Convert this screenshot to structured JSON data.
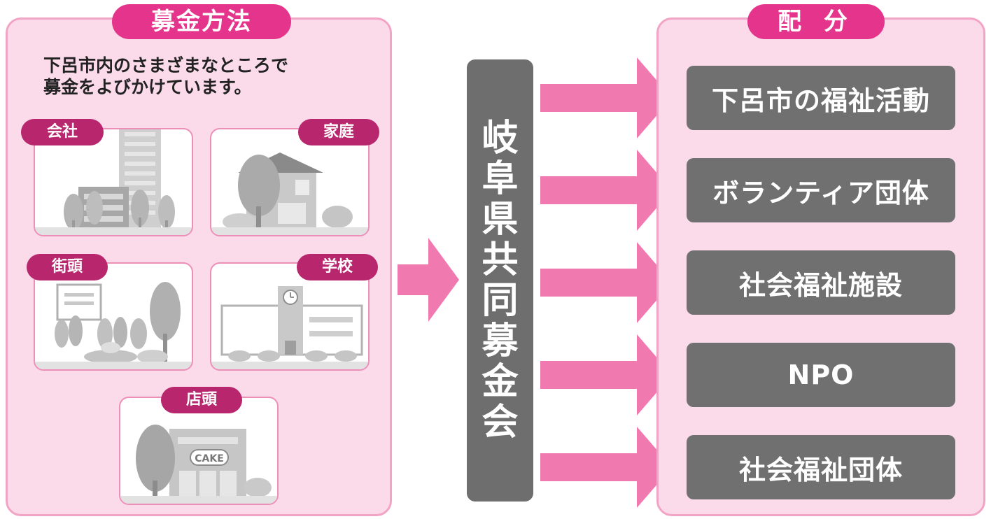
{
  "left_panel": {
    "title": "募金方法",
    "intro_line1": "下呂市内のさまざまなところで",
    "intro_line2": "募金をよびかけています。",
    "locations": {
      "company": "会社",
      "home": "家庭",
      "street": "街頭",
      "school": "学校",
      "store": "店頭"
    },
    "store_sign": "CAKE"
  },
  "center": {
    "chars": [
      "岐",
      "阜",
      "県",
      "共",
      "同",
      "募",
      "金",
      "会"
    ]
  },
  "right_panel": {
    "title": "配 分",
    "destinations": [
      "下呂市の福祉活動",
      "ボランティア団体",
      "社会福祉施設",
      "NPO",
      "社会福祉団体"
    ]
  },
  "colors": {
    "panel_bg": "#fbdbe9",
    "panel_border": "#f2a4c6",
    "title_pill": "#e5348b",
    "tag": "#b8266d",
    "arrow": "#f07ab0",
    "dark_box": "#6e6e6e"
  }
}
